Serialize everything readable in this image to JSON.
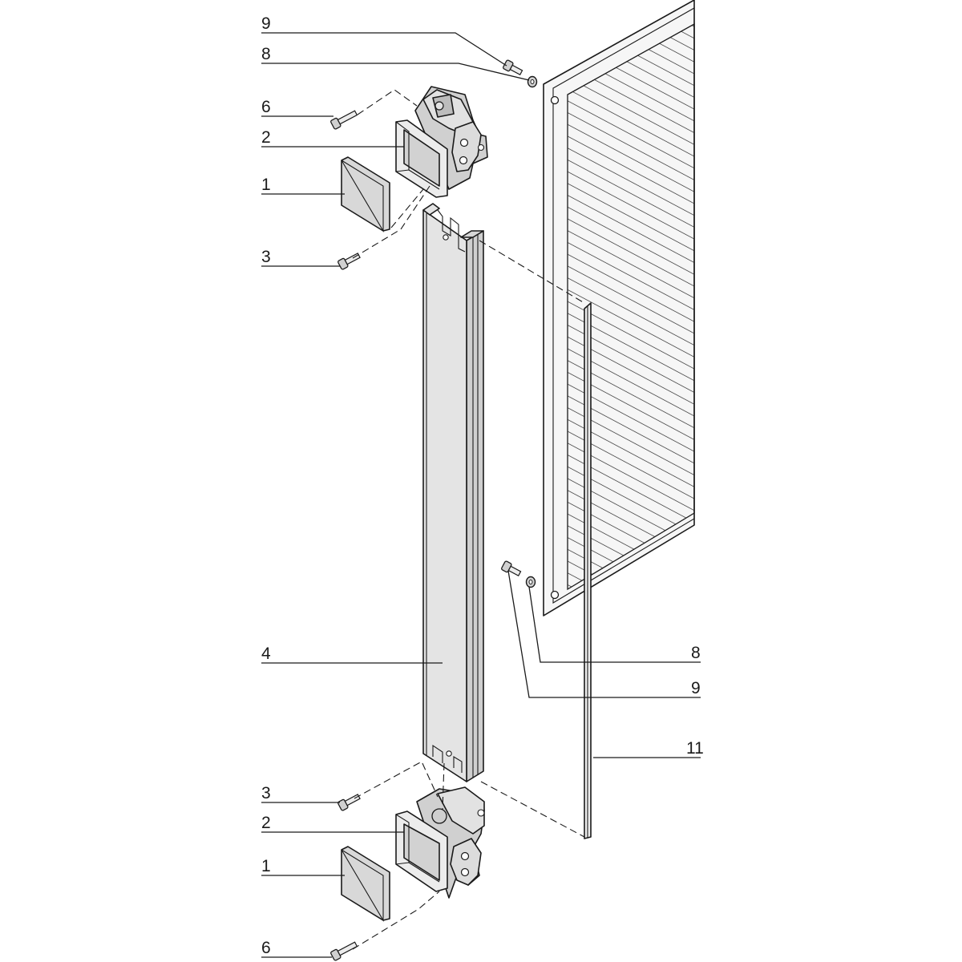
{
  "callouts": {
    "c9_top": "9",
    "c8_top": "8",
    "c6_top": "6",
    "c2_top": "2",
    "c1_top": "1",
    "c3_top": "3",
    "c4": "4",
    "c8_right": "8",
    "c9_right": "9",
    "c11": "11",
    "c3_bottom": "3",
    "c2_bottom": "2",
    "c1_bottom": "1",
    "c6_bottom": "6"
  },
  "colors": {
    "ink": "#1a1a1a",
    "part_fill": "#e3e3e3",
    "part_shade": "#c4c4c4",
    "pad_fill": "#d9d9d9",
    "panel_fill": "#f4f4f4"
  }
}
